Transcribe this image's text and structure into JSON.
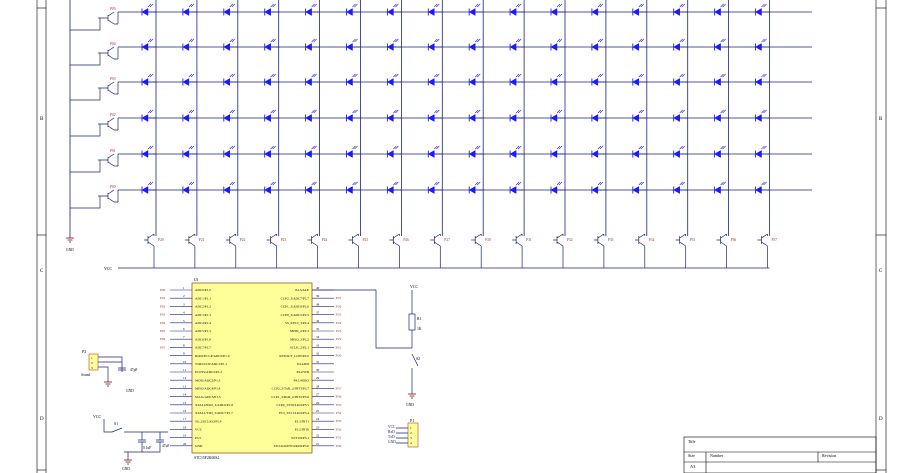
{
  "frame": {
    "zones_left": [
      "B",
      "C",
      "D"
    ],
    "zones_right": [
      "B",
      "C",
      "D"
    ]
  },
  "matrix": {
    "row_labels": [
      "P05",
      "P04",
      "P03",
      "P02",
      "P01",
      "P00"
    ],
    "col_labels": [
      "P20",
      "P21",
      "P22",
      "P23",
      "P24",
      "P25",
      "P26",
      "P27",
      "P30",
      "P31",
      "P32",
      "P33",
      "P34",
      "P35",
      "P36",
      "P37"
    ],
    "vcc_label": "VCC",
    "gnd_label": "GND"
  },
  "mcu": {
    "designator": "U1",
    "part_name": "STC15F2K60S2",
    "left_pins": [
      {
        "num": "1",
        "name": "ADC0/P1.0",
        "net": "P00"
      },
      {
        "num": "2",
        "name": "ADC1/P1.1",
        "net": "P01"
      },
      {
        "num": "3",
        "name": "ADC2/P1.2",
        "net": "P02"
      },
      {
        "num": "4",
        "name": "ADC3/P1.3",
        "net": "P03"
      },
      {
        "num": "5",
        "name": "ADC4/P1.4",
        "net": "P04"
      },
      {
        "num": "6",
        "name": "ADC5/P1.5",
        "net": "P05"
      },
      {
        "num": "7",
        "name": "ADC6/P1.6",
        "net": "P06"
      },
      {
        "num": "8",
        "name": "ADC7/P1.7",
        "net": "P07"
      },
      {
        "num": "9",
        "name": "RxD2/ECCP/ADC0/P1.0",
        "net": ""
      },
      {
        "num": "10",
        "name": "TxD2/CCP/ADC1/P1.1",
        "net": ""
      },
      {
        "num": "11",
        "name": "ECI/SS/ADC2/P1.2",
        "net": ""
      },
      {
        "num": "12",
        "name": "MOSI/ADC3/P1.3",
        "net": ""
      },
      {
        "num": "13",
        "name": "MISO/ADC4/P1.4",
        "net": ""
      },
      {
        "num": "14",
        "name": "SCLK/ADC5/P1.5",
        "net": ""
      },
      {
        "num": "15",
        "name": "XTAL2/RxD_3/ADC6/P1.6",
        "net": ""
      },
      {
        "num": "16",
        "name": "XTAL1/TxD_3/ADC7/P1.7",
        "net": ""
      },
      {
        "num": "17",
        "name": "SS_2/ECLKO/P5.4",
        "net": ""
      },
      {
        "num": "18",
        "name": "VCC",
        "net": ""
      },
      {
        "num": "19",
        "name": "P5.5",
        "net": ""
      },
      {
        "num": "20",
        "name": "GND",
        "net": ""
      }
    ],
    "right_pins": [
      {
        "num": "40",
        "name": "P4.3/ALE",
        "net": ""
      },
      {
        "num": "39",
        "name": "CCP2_3/ADC7/P2.7",
        "net": "P27"
      },
      {
        "num": "38",
        "name": "CCP1_3/ADC6/P2.6",
        "net": "P26"
      },
      {
        "num": "37",
        "name": "CCP0_3/ADC5/P2.5",
        "net": "P25"
      },
      {
        "num": "36",
        "name": "SS_2/ECI_3/P2.4",
        "net": "P24"
      },
      {
        "num": "35",
        "name": "MOSI_2/P2.3",
        "net": "P23"
      },
      {
        "num": "34",
        "name": "MISO_2/P2.2",
        "net": "P22"
      },
      {
        "num": "33",
        "name": "SCLK_2/P2.1",
        "net": "P21"
      },
      {
        "num": "32",
        "name": "RSTOUT_LOW/P2.0",
        "net": "P20"
      },
      {
        "num": "31",
        "name": "P4.4/RD",
        "net": ""
      },
      {
        "num": "30",
        "name": "P4.2/WR",
        "net": ""
      },
      {
        "num": "29",
        "name": "P4.1/MISO",
        "net": ""
      },
      {
        "num": "28",
        "name": "CCP2_3/TxD_2/INT3/P3.7",
        "net": "P37"
      },
      {
        "num": "27",
        "name": "CCP1_3/RxD_2/INT2/P3.6",
        "net": "P36"
      },
      {
        "num": "26",
        "name": "CCP0_3/T0CLKO/P3.5",
        "net": "P35"
      },
      {
        "num": "25",
        "name": "ECI_3/T1CLKO/P3.4",
        "net": "P34"
      },
      {
        "num": "24",
        "name": "P3.3/INT1",
        "net": "P33"
      },
      {
        "num": "23",
        "name": "P3.2/INT0",
        "net": "P32"
      },
      {
        "num": "22",
        "name": "T2/TxD/P3.1",
        "net": "P31"
      },
      {
        "num": "21",
        "name": "T2CLKO/INT4/RxD/P3.0",
        "net": "P30"
      }
    ]
  },
  "sound": {
    "designator": "P2",
    "label": "Sound",
    "pins": [
      "1",
      "2",
      "3"
    ],
    "cap_label": "47pF",
    "gnd_label": "GND"
  },
  "reset": {
    "vcc_label": "VCC",
    "switch_label": "S1",
    "cap1_label": "0.1uF",
    "cap2_label": "47uF",
    "gnd_label": "GND"
  },
  "pullup": {
    "vcc_label": "VCC",
    "resistor_label": "R1",
    "resistor_value": "1K",
    "switch_label": "S2",
    "gnd_label": "GND"
  },
  "uart": {
    "designator": "P1",
    "nets": [
      "VCC",
      "RxD",
      "TxD",
      "GND"
    ],
    "pins": [
      "1",
      "2",
      "3",
      "4"
    ]
  },
  "title_block": {
    "title_label": "Title",
    "size_label": "Size",
    "size_value": "A3",
    "number_label": "Number",
    "revision_label": "Revision"
  },
  "colors": {
    "wire": "#1a237e",
    "led": "#1a1aff",
    "chip_fill": "#ffff99",
    "chip_border": "#a0522d",
    "pin_label": "#b22222",
    "text": "#000000",
    "gnd_sym": "#8b0000"
  }
}
